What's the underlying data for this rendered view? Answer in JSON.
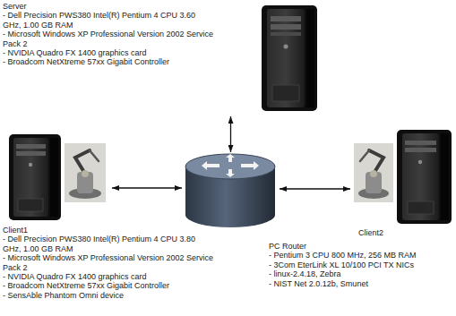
{
  "diagram": {
    "nodes": [
      {
        "text": [
          "Server",
          "- Dell Precision PWS380 Intel(R) Pentium 4 CPU 3.60 GHz, 1.00 GB RAM",
          "- Microsoft Windows XP Professional Version 2002 Service Pack 2",
          "- NVIDIA Quadro FX 1400 graphics card",
          "- Broadcom NetXtreme 57xx Gigabit Controller"
        ]
      },
      {
        "text": [
          "Client1",
          "- Dell Precision PWS380 Intel(R) Pentium 4 CPU 3.80 GHz, 1.00 GB RAM",
          "- Microsoft Windows XP Professional Version 2002 Service Pack 2",
          "- NVIDIA Quadro FX 1400 graphics card",
          "- Broadcom NetXtreme 57xx Gigabit Controller",
          "- SensAble Phantom Omni device"
        ]
      },
      {
        "text": [
          "PC Router",
          "- Pentium 3 CPU 800 MHz, 256 MB RAM",
          "- 3Com EterLink XL 10/100 PCI TX NICs",
          "- linux-2.4.18, Zebra",
          "- NIST Net 2.0.12b, Smunet"
        ]
      },
      {
        "text": [
          "Client2"
        ]
      }
    ],
    "edges": [
      {
        "from": 0,
        "to": 2,
        "arrow": "both"
      },
      {
        "from": 1,
        "to": 2,
        "arrow": "both"
      },
      {
        "from": 2,
        "to": 3,
        "arrow": "both"
      }
    ]
  }
}
